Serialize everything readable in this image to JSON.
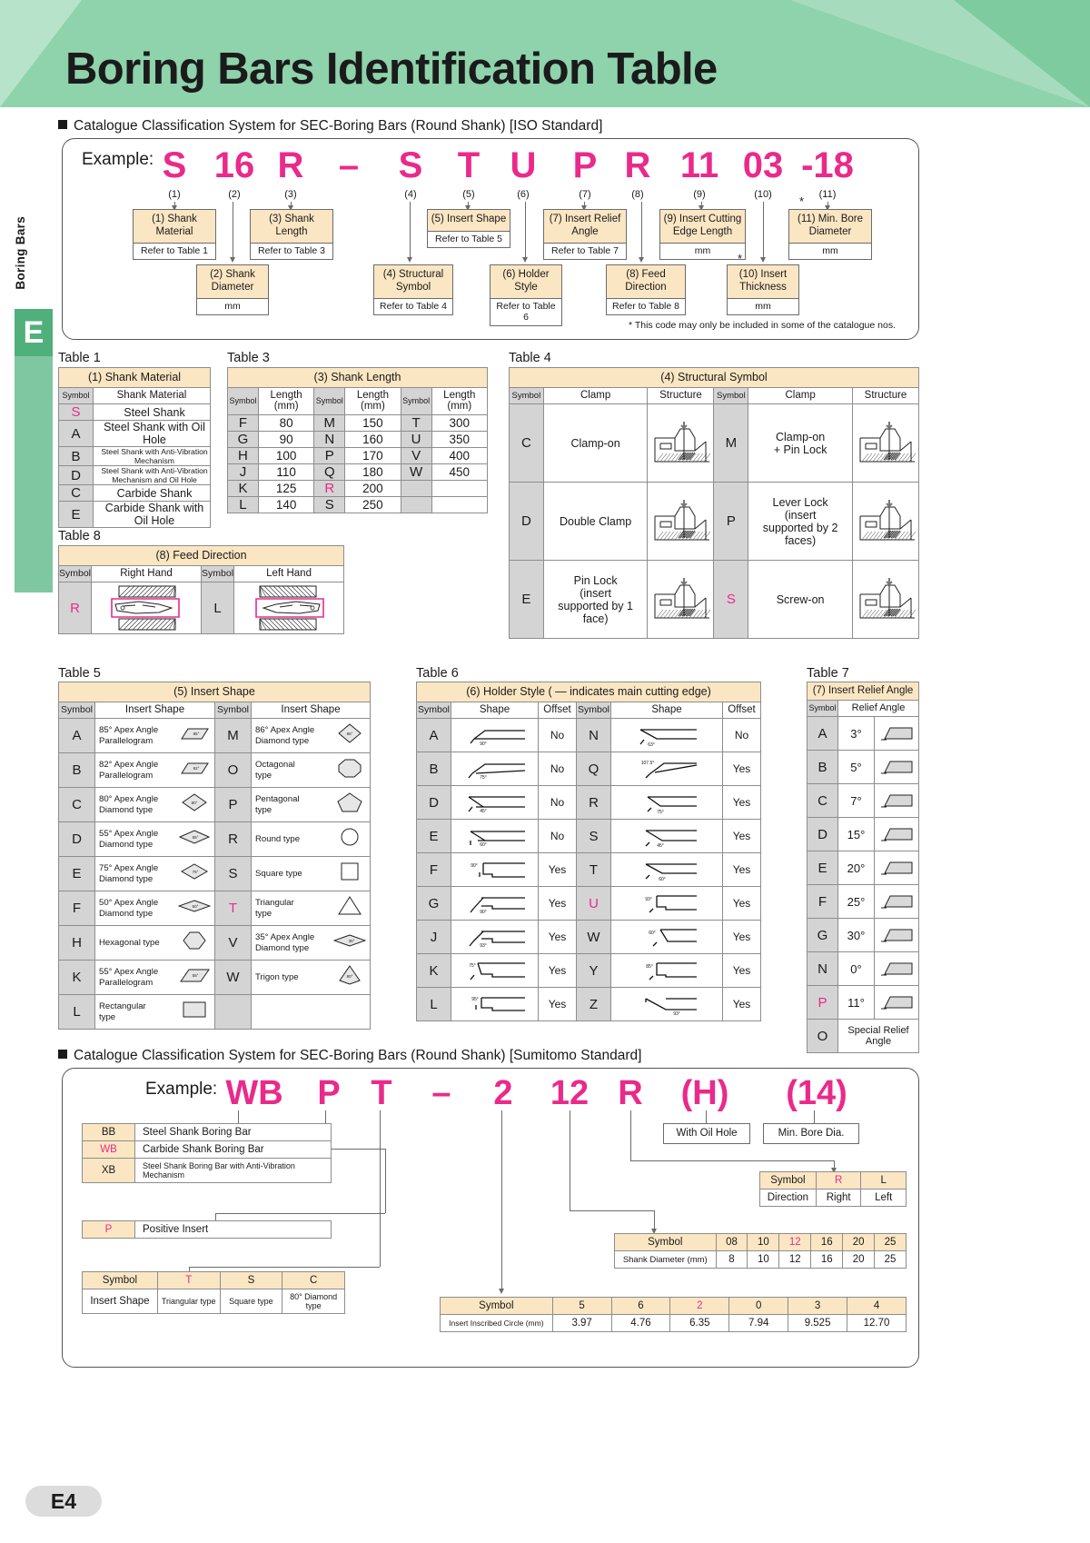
{
  "page": {
    "title": "Boring Bars Identification Table",
    "side_tab_text": "Boring Bars",
    "side_tab_letter": "E",
    "footer_page": "E4"
  },
  "iso_section": {
    "heading": "Catalogue Classification System for SEC-Boring Bars (Round Shank) [ISO Standard]",
    "example_label": "Example:",
    "code": [
      {
        "char": "S",
        "num": "(1)"
      },
      {
        "char": "16",
        "num": "(2)"
      },
      {
        "char": "R",
        "num": "(3)"
      },
      {
        "char": "–",
        "num": ""
      },
      {
        "char": "S",
        "num": "(4)"
      },
      {
        "char": "T",
        "num": "(5)"
      },
      {
        "char": "U",
        "num": "(6)"
      },
      {
        "char": "P",
        "num": "(7)"
      },
      {
        "char": "R",
        "num": "(8)"
      },
      {
        "char": "11",
        "num": "(9)"
      },
      {
        "char": "03",
        "num": "(10)"
      },
      {
        "char": "-18",
        "num": "(11)"
      }
    ],
    "callouts": {
      "c1": {
        "title": "(1) Shank Material",
        "sub": "Refer to Table 1"
      },
      "c2": {
        "title": "(2) Shank Diameter",
        "sub": "mm"
      },
      "c3": {
        "title": "(3) Shank Length",
        "sub": "Refer to Table 3"
      },
      "c4": {
        "title": "(4) Structural Symbol",
        "sub": "Refer to Table 4"
      },
      "c5": {
        "title": "(5) Insert Shape",
        "sub": "Refer to Table 5"
      },
      "c6": {
        "title": "(6) Holder Style",
        "sub": "Refer to Table 6"
      },
      "c7": {
        "title": "(7) Insert Relief Angle",
        "sub": "Refer to Table 7"
      },
      "c8": {
        "title": "(8) Feed Direction",
        "sub": "Refer to Table 8"
      },
      "c9": {
        "title": "(9) Insert Cutting Edge Length",
        "sub": "mm"
      },
      "c10": {
        "title": "(10) Insert Thickness",
        "sub": "mm"
      },
      "c11": {
        "title": "(11) Min. Bore Diameter",
        "sub": "mm"
      }
    },
    "footnote": "* This code may only be included in some of the catalogue nos."
  },
  "table1": {
    "label": "Table 1",
    "band": "(1) Shank Material",
    "headers": [
      "Symbol",
      "Shank Material"
    ],
    "rows": [
      {
        "symbol": "S",
        "text": "Steel Shank",
        "small": false,
        "hl": true
      },
      {
        "symbol": "A",
        "text": "Steel Shank with Oil Hole",
        "small": false,
        "hl": false
      },
      {
        "symbol": "B",
        "text": "Steel Shank with Anti-Vibration Mechanism",
        "small": true,
        "hl": false
      },
      {
        "symbol": "D",
        "text": "Steel Shank with Anti-Vibration Mechanism and Oil Hole",
        "small": true,
        "hl": false
      },
      {
        "symbol": "C",
        "text": "Carbide Shank",
        "small": false,
        "hl": false
      },
      {
        "symbol": "E",
        "text": "Carbide Shank with Oil Hole",
        "small": false,
        "hl": false
      }
    ]
  },
  "table3": {
    "label": "Table 3",
    "band": "(3) Shank Length",
    "headers": [
      "Symbol",
      "Length (mm)",
      "Symbol",
      "Length (mm)",
      "Symbol",
      "Length (mm)"
    ],
    "rows": [
      [
        {
          "s": "F",
          "hl": false
        },
        {
          "v": "80"
        },
        {
          "s": "M",
          "hl": false
        },
        {
          "v": "150"
        },
        {
          "s": "T",
          "hl": false
        },
        {
          "v": "300"
        }
      ],
      [
        {
          "s": "G",
          "hl": false
        },
        {
          "v": "90"
        },
        {
          "s": "N",
          "hl": false
        },
        {
          "v": "160"
        },
        {
          "s": "U",
          "hl": false
        },
        {
          "v": "350"
        }
      ],
      [
        {
          "s": "H",
          "hl": false
        },
        {
          "v": "100"
        },
        {
          "s": "P",
          "hl": false
        },
        {
          "v": "170"
        },
        {
          "s": "V",
          "hl": false
        },
        {
          "v": "400"
        }
      ],
      [
        {
          "s": "J",
          "hl": false
        },
        {
          "v": "110"
        },
        {
          "s": "Q",
          "hl": false
        },
        {
          "v": "180"
        },
        {
          "s": "W",
          "hl": false
        },
        {
          "v": "450"
        }
      ],
      [
        {
          "s": "K",
          "hl": false
        },
        {
          "v": "125"
        },
        {
          "s": "R",
          "hl": true
        },
        {
          "v": "200"
        },
        {
          "s": "",
          "hl": false
        },
        {
          "v": ""
        }
      ],
      [
        {
          "s": "L",
          "hl": false
        },
        {
          "v": "140"
        },
        {
          "s": "S",
          "hl": false
        },
        {
          "v": "250"
        },
        {
          "s": "",
          "hl": false
        },
        {
          "v": ""
        }
      ]
    ]
  },
  "table4": {
    "label": "Table 4",
    "band": "(4) Structural Symbol",
    "headers": [
      "Symbol",
      "Clamp",
      "Structure",
      "Symbol",
      "Clamp",
      "Structure"
    ],
    "rows": [
      {
        "left_symbol": "C",
        "left_clamp": "Clamp-on",
        "right_symbol": "M",
        "right_clamp": "Clamp-on\n+ Pin Lock",
        "left_hl": false,
        "right_hl": false
      },
      {
        "left_symbol": "D",
        "left_clamp": "Double Clamp",
        "right_symbol": "P",
        "right_clamp": "Lever Lock\n(insert\nsupported by 2\nfaces)",
        "left_hl": false,
        "right_hl": false
      },
      {
        "left_symbol": "E",
        "left_clamp": "Pin Lock\n(insert\nsupported by 1\nface)",
        "right_symbol": "S",
        "right_clamp": "Screw-on",
        "left_hl": false,
        "right_hl": true
      }
    ]
  },
  "table8": {
    "label": "Table 8",
    "band": "(8) Feed Direction",
    "headers": [
      "Symbol",
      "Right Hand",
      "Symbol",
      "Left Hand"
    ],
    "rows": [
      {
        "left_symbol": "R",
        "left_hl": true,
        "right_symbol": "L",
        "right_hl": false
      }
    ]
  },
  "table5": {
    "label": "Table 5",
    "band": "(5) Insert Shape",
    "headers": [
      "Symbol",
      "Insert Shape",
      "Symbol",
      "Insert Shape"
    ],
    "rows": [
      {
        "ls": "A",
        "lt": "85° Apex Angle\nParallelogram",
        "licon": "parallelogram-85",
        "lang": "85°",
        "rs": "M",
        "rt": "86° Apex Angle\nDiamond type",
        "ricon": "diamond-86",
        "rang": "86°",
        "lhl": false,
        "rhl": false
      },
      {
        "ls": "B",
        "lt": "82° Apex Angle\nParallelogram",
        "licon": "parallelogram-82",
        "lang": "82°",
        "rs": "O",
        "rt": "Octagonal\ntype",
        "ricon": "octagon",
        "rang": "",
        "lhl": false,
        "rhl": false
      },
      {
        "ls": "C",
        "lt": "80° Apex Angle\nDiamond type",
        "licon": "diamond-80",
        "lang": "80°",
        "rs": "P",
        "rt": "Pentagonal\ntype",
        "ricon": "pentagon",
        "rang": "",
        "lhl": false,
        "rhl": false
      },
      {
        "ls": "D",
        "lt": "55° Apex Angle\nDiamond type",
        "licon": "diamond-55",
        "lang": "55°",
        "rs": "R",
        "rt": "Round type",
        "ricon": "circle",
        "rang": "",
        "lhl": false,
        "rhl": false
      },
      {
        "ls": "E",
        "lt": "75° Apex Angle\nDiamond type",
        "licon": "diamond-75",
        "lang": "75°",
        "rs": "S",
        "rt": "Square type",
        "ricon": "square",
        "rang": "",
        "lhl": false,
        "rhl": false
      },
      {
        "ls": "F",
        "lt": "50° Apex Angle\nDiamond type",
        "licon": "diamond-50",
        "lang": "50°",
        "rs": "T",
        "rt": "Triangular\ntype",
        "ricon": "triangle",
        "rang": "",
        "lhl": false,
        "rhl": true
      },
      {
        "ls": "H",
        "lt": "Hexagonal type",
        "licon": "hexagon",
        "lang": "",
        "rs": "V",
        "rt": "35° Apex Angle\nDiamond type",
        "ricon": "diamond-35",
        "rang": "35°",
        "lhl": false,
        "rhl": false
      },
      {
        "ls": "K",
        "lt": "55° Apex Angle\nParallelogram",
        "licon": "parallelogram-55",
        "lang": "55°",
        "rs": "W",
        "rt": "Trigon type",
        "ricon": "trigon",
        "rang": "80°",
        "lhl": false,
        "rhl": false
      },
      {
        "ls": "L",
        "lt": "Rectangular\ntype",
        "licon": "rectangle",
        "lang": "",
        "rs": "",
        "rt": "",
        "ricon": "",
        "rang": "",
        "lhl": false,
        "rhl": false
      }
    ]
  },
  "table6": {
    "label": "Table 6",
    "band": "(6) Holder Style ( — indicates main cutting edge)",
    "headers": [
      "Symbol",
      "Shape",
      "Offset",
      "Symbol",
      "Shape",
      "Offset"
    ],
    "rows": [
      {
        "ls": "A",
        "lang": "90°",
        "lstyle": "A",
        "loff": "No",
        "rs": "N",
        "rang": "63°",
        "rstyle": "N",
        "roff": "No",
        "lhl": false,
        "rhl": false
      },
      {
        "ls": "B",
        "lang": "75°",
        "lstyle": "B",
        "loff": "No",
        "rs": "Q",
        "rang": "107.5°",
        "rstyle": "Q",
        "roff": "Yes",
        "lhl": false,
        "rhl": false
      },
      {
        "ls": "D",
        "lang": "45°",
        "lstyle": "D",
        "loff": "No",
        "rs": "R",
        "rang": "75°",
        "rstyle": "R",
        "roff": "Yes",
        "lhl": false,
        "rhl": false
      },
      {
        "ls": "E",
        "lang": "60°",
        "lstyle": "E",
        "loff": "No",
        "rs": "S",
        "rang": "45°",
        "rstyle": "S",
        "roff": "Yes",
        "lhl": false,
        "rhl": false
      },
      {
        "ls": "F",
        "lang": "90°",
        "lstyle": "F",
        "loff": "Yes",
        "rs": "T",
        "rang": "60°",
        "rstyle": "T",
        "roff": "Yes",
        "lhl": false,
        "rhl": false
      },
      {
        "ls": "G",
        "lang": "90°",
        "lstyle": "G",
        "loff": "Yes",
        "rs": "U",
        "rang": "93°",
        "rstyle": "U",
        "roff": "Yes",
        "lhl": false,
        "rhl": true
      },
      {
        "ls": "J",
        "lang": "93°",
        "lstyle": "J",
        "loff": "Yes",
        "rs": "W",
        "rang": "60°",
        "rstyle": "W",
        "roff": "Yes",
        "lhl": false,
        "rhl": false
      },
      {
        "ls": "K",
        "lang": "75°",
        "lstyle": "K",
        "loff": "Yes",
        "rs": "Y",
        "rang": "85°",
        "rstyle": "Y",
        "roff": "Yes",
        "lhl": false,
        "rhl": false
      },
      {
        "ls": "L",
        "lang": "95°",
        "lstyle": "L",
        "loff": "Yes",
        "rs": "Z",
        "rang": "93°",
        "rstyle": "Z",
        "roff": "Yes",
        "lhl": false,
        "rhl": false
      }
    ]
  },
  "table7": {
    "label": "Table 7",
    "band": "(7) Insert Relief Angle",
    "headers": [
      "Symbol",
      "Relief Angle"
    ],
    "rows": [
      {
        "s": "A",
        "angle": "3°",
        "hl": false,
        "special": false
      },
      {
        "s": "B",
        "angle": "5°",
        "hl": false,
        "special": false
      },
      {
        "s": "C",
        "angle": "7°",
        "hl": false,
        "special": false
      },
      {
        "s": "D",
        "angle": "15°",
        "hl": false,
        "special": false
      },
      {
        "s": "E",
        "angle": "20°",
        "hl": false,
        "special": false
      },
      {
        "s": "F",
        "angle": "25°",
        "hl": false,
        "special": false
      },
      {
        "s": "G",
        "angle": "30°",
        "hl": false,
        "special": false
      },
      {
        "s": "N",
        "angle": "0°",
        "hl": false,
        "special": false
      },
      {
        "s": "P",
        "angle": "11°",
        "hl": true,
        "special": false
      },
      {
        "s": "O",
        "angle": "Special Relief\nAngle",
        "hl": false,
        "special": true
      }
    ]
  },
  "sumitomo_section": {
    "heading": "Catalogue Classification System for SEC-Boring Bars (Round Shank) [Sumitomo Standard]",
    "example_label": "Example:",
    "code": [
      "WB",
      "P",
      "T",
      "–",
      "2",
      "12",
      "R",
      "(H)",
      "(14)"
    ],
    "oil_hole_box": "With Oil Hole",
    "min_bore_box": "Min. Bore Dia.",
    "shank_material_table": [
      {
        "sym": "BB",
        "text": "Steel Shank Boring Bar",
        "small": false,
        "hl": false
      },
      {
        "sym": "WB",
        "text": "Carbide Shank Boring Bar",
        "small": false,
        "hl": true
      },
      {
        "sym": "XB",
        "text": "Steel Shank Boring Bar with Anti-Vibration Mechanism",
        "small": true,
        "hl": false
      }
    ],
    "insert_type_table": [
      {
        "sym": "P",
        "text": "Positive Insert",
        "hl": true
      }
    ],
    "insert_shape_table": {
      "headers": [
        "Symbol",
        "T",
        "S",
        "C"
      ],
      "values": [
        "Insert Shape",
        "Triangular type",
        "Square type",
        "80° Diamond type"
      ],
      "hl_index": 1
    },
    "direction_table": {
      "headers": [
        "Symbol",
        "R",
        "L"
      ],
      "values": [
        "Direction",
        "Right",
        "Left"
      ],
      "hl_index": 1
    },
    "shank_diameter_table": {
      "headers": [
        "Symbol",
        "08",
        "10",
        "12",
        "16",
        "20",
        "25"
      ],
      "values": [
        "Shank Diameter (mm)",
        "8",
        "10",
        "12",
        "16",
        "20",
        "25"
      ],
      "hl_index": 3
    },
    "inscribed_circle_table": {
      "headers": [
        "Symbol",
        "5",
        "6",
        "2",
        "0",
        "3",
        "4"
      ],
      "values": [
        "Insert Inscribed Circle (mm)",
        "3.97",
        "4.76",
        "6.35",
        "7.94",
        "9.525",
        "12.70"
      ],
      "hl_index": 3
    }
  },
  "colors": {
    "accent_pink": "#ea2a8b",
    "banner_green": "#8ed3ab",
    "band_cream": "#fbe6c3",
    "symbol_gray": "#d4d4d4"
  }
}
